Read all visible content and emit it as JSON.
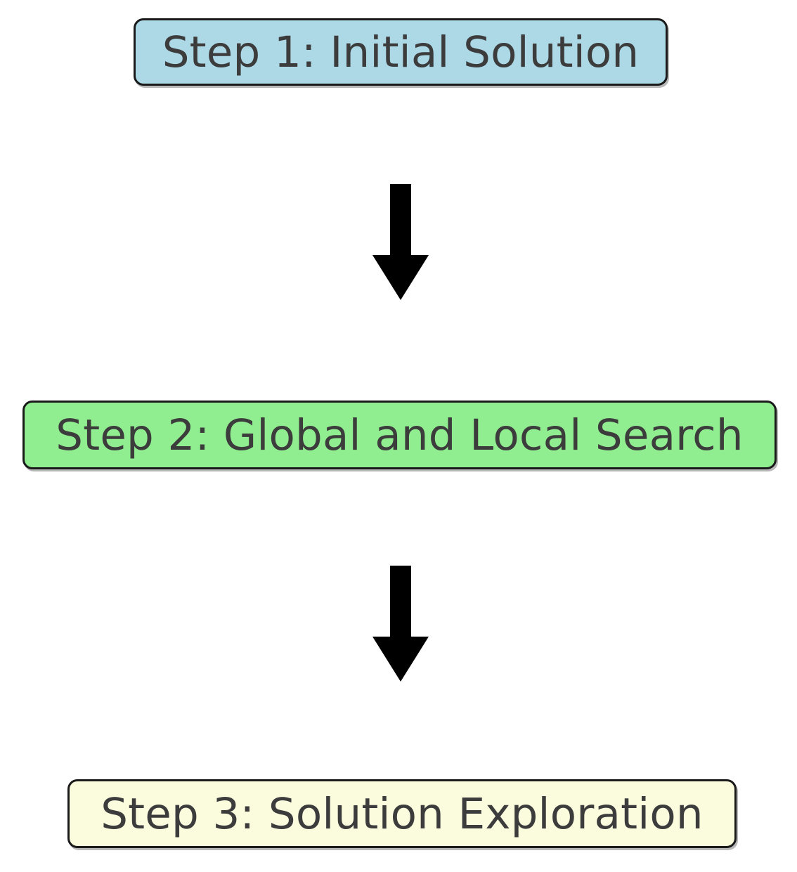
{
  "diagram": {
    "type": "flowchart",
    "orientation": "top-to-bottom",
    "background_color": "#ffffff",
    "nodes": [
      {
        "id": "step-1",
        "label": "Step 1: Initial Solution",
        "fill_color": "#ADD8E6",
        "border_color": "#1a1a1a",
        "text_color": "#3c3c3c"
      },
      {
        "id": "step-2",
        "label": "Step 2: Global and Local Search",
        "fill_color": "#90EE90",
        "border_color": "#1a1a1a",
        "text_color": "#3c3c3c"
      },
      {
        "id": "step-3",
        "label": "Step 3: Solution Exploration",
        "fill_color": "#FBFBDE",
        "border_color": "#1a1a1a",
        "text_color": "#3c3c3c"
      }
    ],
    "edges": [
      {
        "id": "edge-1",
        "from": "step-1",
        "to": "step-2",
        "label": "",
        "color": "#000000",
        "arrow": "down-arrow-icon"
      },
      {
        "id": "edge-2",
        "from": "step-2",
        "to": "step-3",
        "label": "",
        "color": "#000000",
        "arrow": "down-arrow-icon"
      }
    ]
  }
}
